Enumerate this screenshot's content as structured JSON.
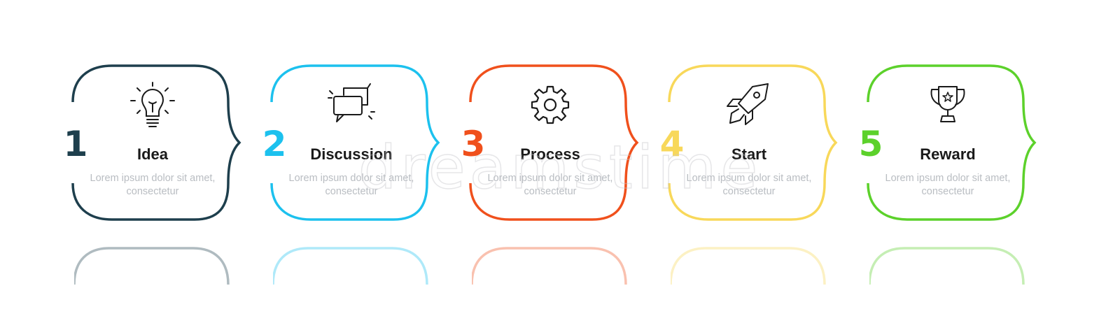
{
  "steps": [
    {
      "number": "1",
      "title": "Idea",
      "description": "Lorem ipsum dolor sit amet, consectetur",
      "color": "#1e3f4d",
      "icon": "lightbulb-icon"
    },
    {
      "number": "2",
      "title": "Discussion",
      "description": "Lorem ipsum dolor sit amet, consectetur",
      "color": "#1cc1ee",
      "icon": "chat-bubbles-icon"
    },
    {
      "number": "3",
      "title": "Process",
      "description": "Lorem ipsum dolor sit amet, consectetur",
      "color": "#f0501c",
      "icon": "gear-icon"
    },
    {
      "number": "4",
      "title": "Start",
      "description": "Lorem ipsum dolor sit amet, consectetur",
      "color": "#f8d85a",
      "icon": "rocket-icon"
    },
    {
      "number": "5",
      "title": "Reward",
      "description": "Lorem ipsum dolor sit amet, consectetur",
      "color": "#5cd12b",
      "icon": "trophy-icon"
    }
  ],
  "watermark": "dreamstime"
}
